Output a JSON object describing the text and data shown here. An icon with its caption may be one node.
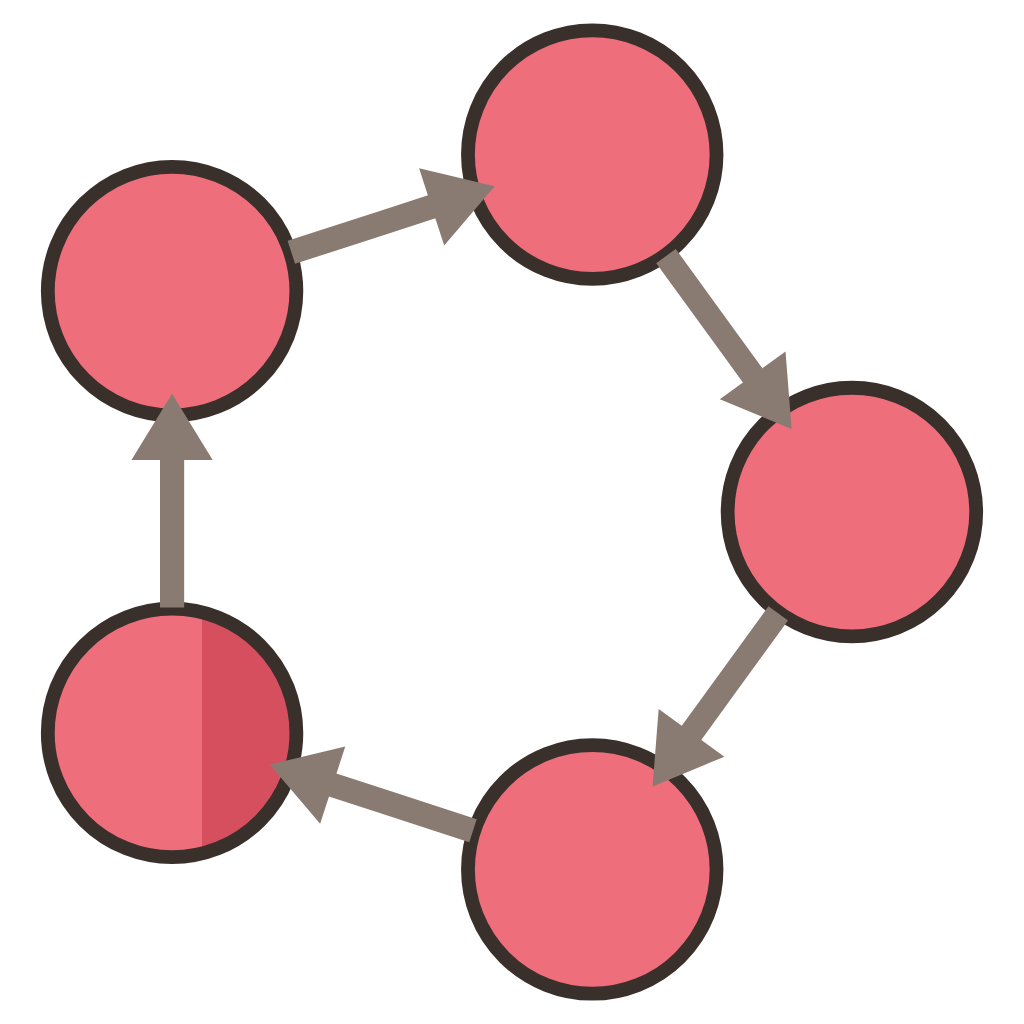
{
  "diagram": {
    "nodes": [
      {
        "text": [],
        "shape": "circle"
      },
      {
        "text": [],
        "shape": "circle"
      },
      {
        "text": [],
        "shape": "circle"
      },
      {
        "text": [],
        "shape": "circle"
      },
      {
        "text": [],
        "shape": "circle"
      }
    ],
    "edges": [
      {
        "from": 0,
        "to": 2,
        "arrow": "to"
      },
      {
        "from": 2,
        "to": 4,
        "arrow": "to"
      },
      {
        "from": 4,
        "to": 3,
        "arrow": "to"
      },
      {
        "from": 3,
        "to": 1,
        "arrow": "to"
      },
      {
        "from": 1,
        "to": 0,
        "arrow": "to"
      }
    ]
  }
}
